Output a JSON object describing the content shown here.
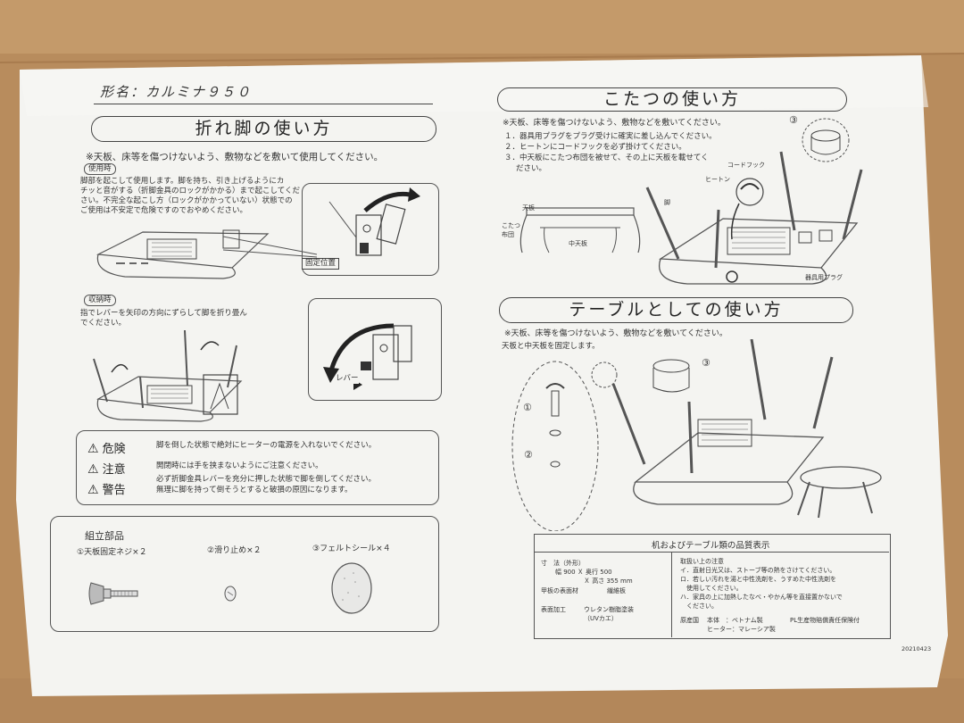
{
  "model_label": "形名：カルミナ９５０",
  "left": {
    "title": "折れ脚の使い方",
    "caution": "※天板、床等を傷つけないよう、敷物などを敷いて使用してください。",
    "use_tag": "使用時",
    "use_text": [
      "脚部を起こして使用します。脚を持ち、引き上げるようにカ",
      "チッと音がする（折脚金具のロックがかかる）まで起こしてくだ",
      "さい。不完全な起こし方（ロックがかかっていない）状態での",
      "ご使用は不安定で危険ですのでおやめください。"
    ],
    "fixed_position_label": "固定位置",
    "store_tag": "収納時",
    "store_text": [
      "指でレバーを矢印の方向にずらして脚を折り畳ん",
      "でください。"
    ],
    "lever_label": "レバー",
    "warnings": [
      {
        "level": "危険",
        "text": "脚を倒した状態で絶対にヒーターの電源を入れないでください。"
      },
      {
        "level": "注意",
        "text": "開閉時には手を挟まないようにご注意ください。"
      },
      {
        "level": "警告",
        "text": "必ず折脚金具レバーを充分に押した状態で脚を倒してください。"
      }
    ],
    "warning_extra": "無理に脚を持って倒そうとすると破損の原因になります。",
    "parts_title": "組立部品",
    "parts": [
      {
        "label": "①天板固定ネジ×２"
      },
      {
        "label": "②滑り止め×２"
      },
      {
        "label": "③フェルトシール×４"
      }
    ]
  },
  "right": {
    "kotatsu_title": "こたつの使い方",
    "kotatsu_caution": "※天板、床等を傷つけないよう、敷物などを敷いてください。",
    "kotatsu_steps": [
      "１．器具用プラグをプラグ受けに確実に差し込んでください。",
      "２．ヒートンにコードフックを必ず掛けてください。",
      "３．中天板にこたつ布団を被せて、その上に天板を載せてく",
      "ださい。"
    ],
    "kotatsu_labels": {
      "tenban": "天板",
      "kotatsu_futon_1": "こたつ",
      "kotatsu_futon_2": "布団",
      "nakatenban": "中天板",
      "ashi": "脚",
      "heaton": "ヒートン",
      "cord_hook": "コードフック",
      "plug": "器具用プラグ",
      "num3": "③"
    },
    "table_title": "テーブルとしての使い方",
    "table_caution": "※天板、床等を傷つけないよう、敷物などを敷いてください。",
    "table_text": "天板と中天板を固定します。",
    "table_nums": [
      "①",
      "②",
      "③"
    ],
    "quality": {
      "title": "机およびテーブル類の品質表示",
      "size_label": "寸　法（外形）",
      "size_line1": "幅 900  Ｘ 奥行 500",
      "size_line2": "Ｘ 高さ 355 mm",
      "material_label": "甲板の表面材",
      "material_value": "繊維板",
      "finish_label": "表面加工",
      "finish_value": "ウレタン樹脂塗装",
      "finish_sub": "（UVカエ）",
      "care_title": "取扱い上の注意",
      "care_lines": [
        "イ．直射日光又は、ストーブ等の熱をさけてください。",
        "ロ．若しい汚れを湯と中性洗剤を、うすめた中性洗剤を",
        "　使用してください。",
        "ハ．家具の上に加熱したなべ・やかん等を直接置かないで",
        "　ください。"
      ],
      "origin_label": "原産国",
      "origin_body": "本体　：ベトナム製",
      "origin_heater": "ヒーター：マレーシア製",
      "pl_text": "PL生産物賠償責任保険付",
      "code": "20210423"
    }
  }
}
